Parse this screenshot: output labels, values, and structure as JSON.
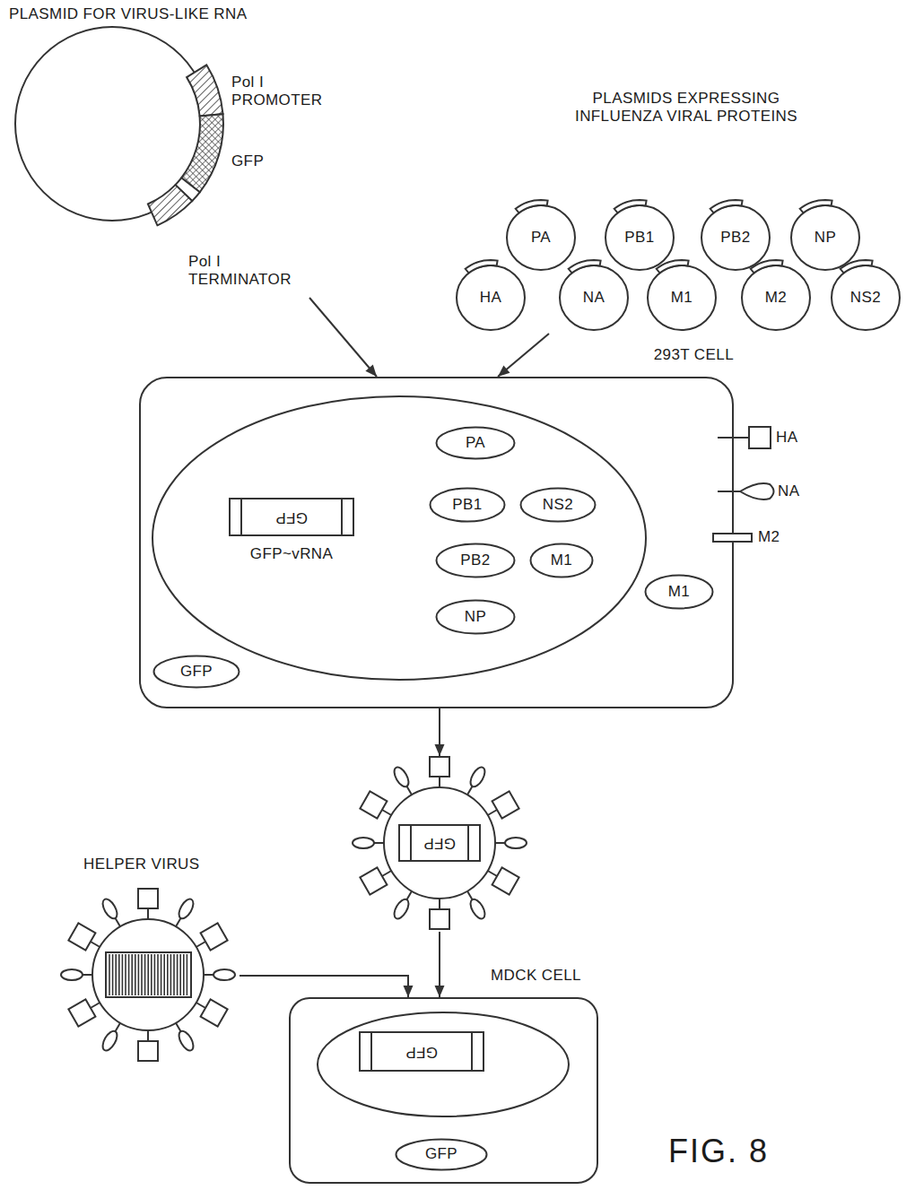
{
  "diagram": {
    "caption": "FIG. 8",
    "nodes": [
      {
        "text": [
          "PLASMID FOR VIRUS-LIKE RNA"
        ]
      },
      {
        "text": [
          "PLASMIDS EXPRESSING INFLUENZA VIRAL PROTEINS"
        ]
      },
      {
        "text": [
          "PA"
        ],
        "in": 1
      },
      {
        "text": [
          "PB1"
        ],
        "in": 1
      },
      {
        "text": [
          "PB2"
        ],
        "in": 1
      },
      {
        "text": [
          "NP"
        ],
        "in": 1
      },
      {
        "text": [
          "HA"
        ],
        "in": 1
      },
      {
        "text": [
          "NA"
        ],
        "in": 1
      },
      {
        "text": [
          "M1"
        ],
        "in": 1
      },
      {
        "text": [
          "M2"
        ],
        "in": 1
      },
      {
        "text": [
          "NS2"
        ],
        "in": 1
      },
      {
        "text": [
          "293T CELL"
        ]
      },
      {
        "text": [
          "GFP",
          "GFP~vRNA"
        ],
        "in": 11
      },
      {
        "text": [
          "PA"
        ],
        "in": 11
      },
      {
        "text": [
          "PB1"
        ],
        "in": 11
      },
      {
        "text": [
          "NS2"
        ],
        "in": 11
      },
      {
        "text": [
          "PB2"
        ],
        "in": 11
      },
      {
        "text": [
          "M1"
        ],
        "in": 11
      },
      {
        "text": [
          "NP"
        ],
        "in": 11
      },
      {
        "text": [
          "M1"
        ],
        "in": 11
      },
      {
        "text": [
          "GFP"
        ],
        "in": 11
      },
      {
        "text": [
          "GFP"
        ]
      },
      {
        "text": [
          "HELPER VIRUS"
        ]
      },
      {
        "text": [
          "MDCK CELL"
        ]
      },
      {
        "text": [
          "GFP"
        ],
        "in": 23
      },
      {
        "text": [
          "GFP"
        ],
        "in": 23
      }
    ],
    "edges": [
      {
        "from": 0,
        "to": 11,
        "arrow": "to"
      },
      {
        "from": 1,
        "to": 11,
        "arrow": "to"
      },
      {
        "from": 11,
        "to": 21,
        "arrow": "to"
      },
      {
        "from": 21,
        "to": 23,
        "arrow": "to"
      },
      {
        "from": 22,
        "to": 23,
        "arrow": "to"
      }
    ],
    "labels": [
      "Pol I PROMOTER",
      "GFP",
      "Pol I TERMINATOR",
      "HA",
      "NA",
      "M2"
    ]
  }
}
